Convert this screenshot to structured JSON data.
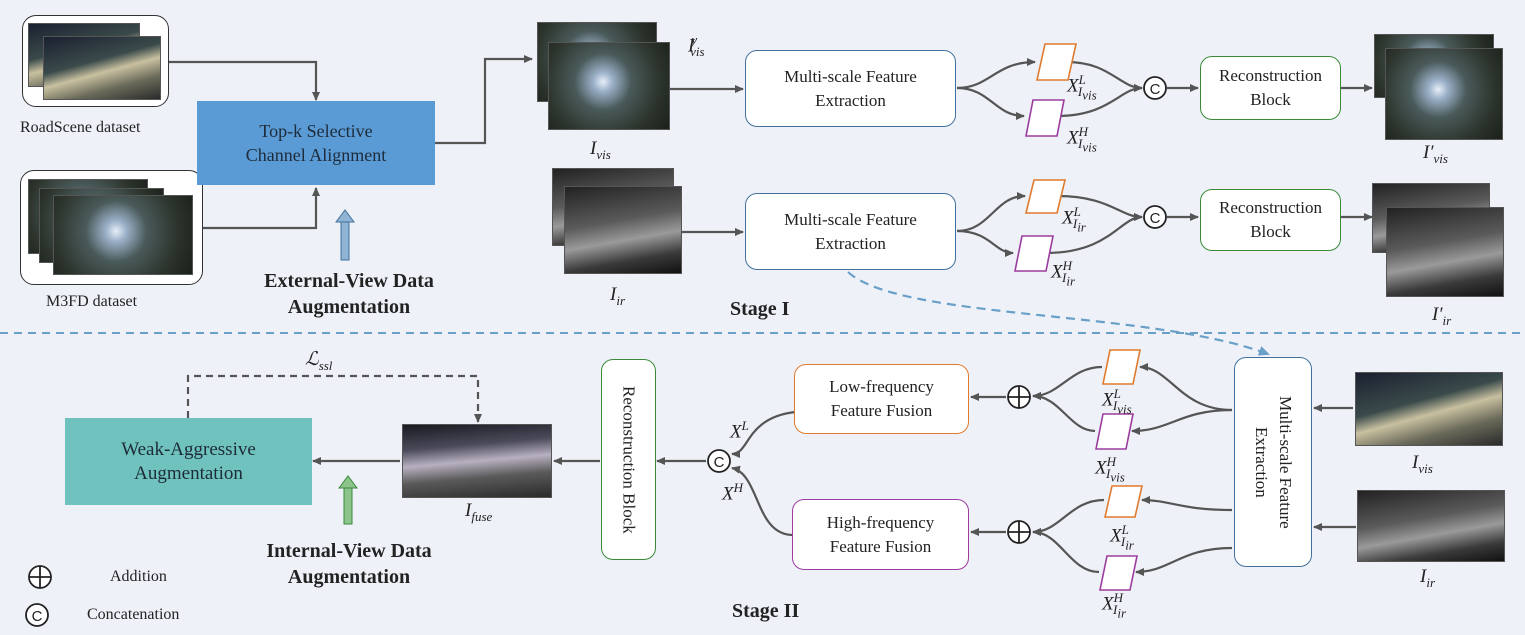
{
  "stage1": {
    "roadscene_label": "RoadScene dataset",
    "m3fd_label": "M3FD dataset",
    "topk_label": "Top-k Selective\nChannel Alignment",
    "external_label": "External-View Data\nAugmentation",
    "mfe_label": "Multi-scale Feature\nExtraction",
    "recon_label": "Reconstruction\nBlock",
    "stage_label": "Stage I"
  },
  "stage2": {
    "internal_label": "Internal-View Data\nAugmentation",
    "weak_label": "Weak-Aggressive\nAugmentation",
    "recon_label": "Reconstruction Block",
    "low_label": "Low-frequency\nFeature Fusion",
    "high_label": "High-frequency\nFeature Fusion",
    "mfe_label": "Multi-scale Feature\nExtraction",
    "stage_label": "Stage II"
  },
  "legend": {
    "addition": "Addition",
    "concatenation": "Concatenation"
  },
  "colors": {
    "module_border": "#41719c",
    "recon_border": "#3a8a3a",
    "low_border": "#e07a2e",
    "high_border": "#9b3c9e",
    "topk_fill": "#5b9bd5",
    "weak_fill": "#6fc2be",
    "divider": "#6aa0c8"
  }
}
